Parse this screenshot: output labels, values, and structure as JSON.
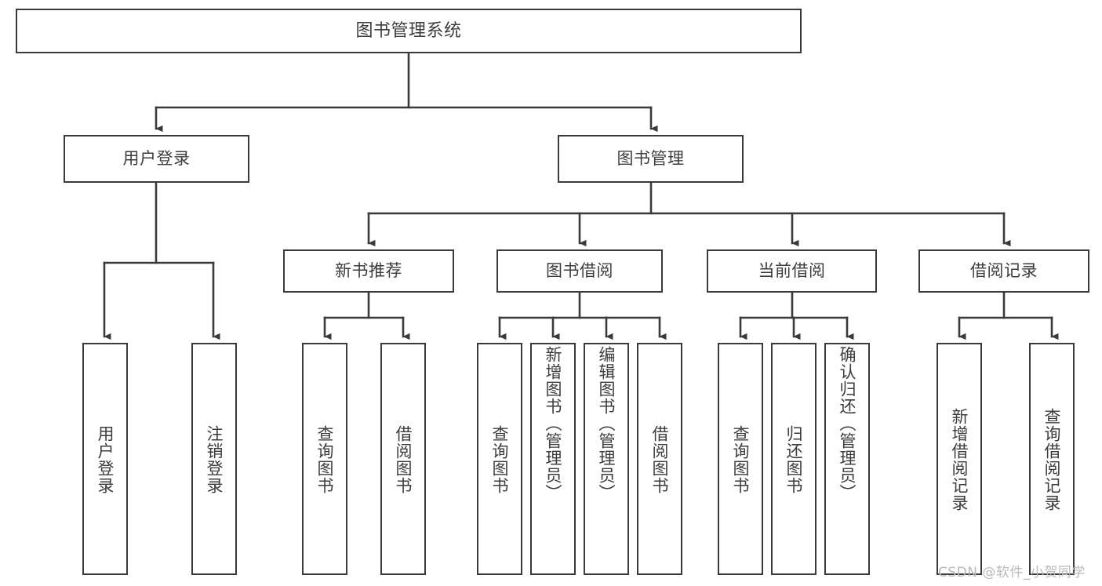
{
  "diagram": {
    "title": "图书管理系统",
    "type": "tree-hierarchy-chart",
    "orientation": "top-down",
    "colors": {
      "box_border": "#3a3a3a",
      "box_fill": "#ffffff",
      "text": "#3c3c3c",
      "connector": "#3a3a3a",
      "watermark": "#b9b9b9",
      "background": "#ffffff"
    },
    "root": {
      "label": "图书管理系统"
    },
    "level2": [
      {
        "label": "用户登录"
      },
      {
        "label": "图书管理"
      }
    ],
    "level3": [
      {
        "label": "新书推荐"
      },
      {
        "label": "图书借阅"
      },
      {
        "label": "当前借阅"
      },
      {
        "label": "借阅记录"
      }
    ],
    "leaves": {
      "user_login": [
        {
          "label": "用户登录"
        },
        {
          "label": "注销登录"
        }
      ],
      "new_book_recommend": [
        {
          "label": "查询图书"
        },
        {
          "label": "借阅图书"
        }
      ],
      "book_borrow": [
        {
          "label": "查询图书"
        },
        {
          "label": "新增图书（管理员）"
        },
        {
          "label": "编辑图书（管理员）"
        },
        {
          "label": "借阅图书"
        }
      ],
      "current_borrow": [
        {
          "label": "查询图书"
        },
        {
          "label": "归还图书"
        },
        {
          "label": "确认归还（管理员）"
        }
      ],
      "borrow_record": [
        {
          "label": "新增借阅记录"
        },
        {
          "label": "查询借阅记录"
        }
      ]
    }
  },
  "watermark": {
    "text": "CSDN @软件_小贺同学"
  }
}
